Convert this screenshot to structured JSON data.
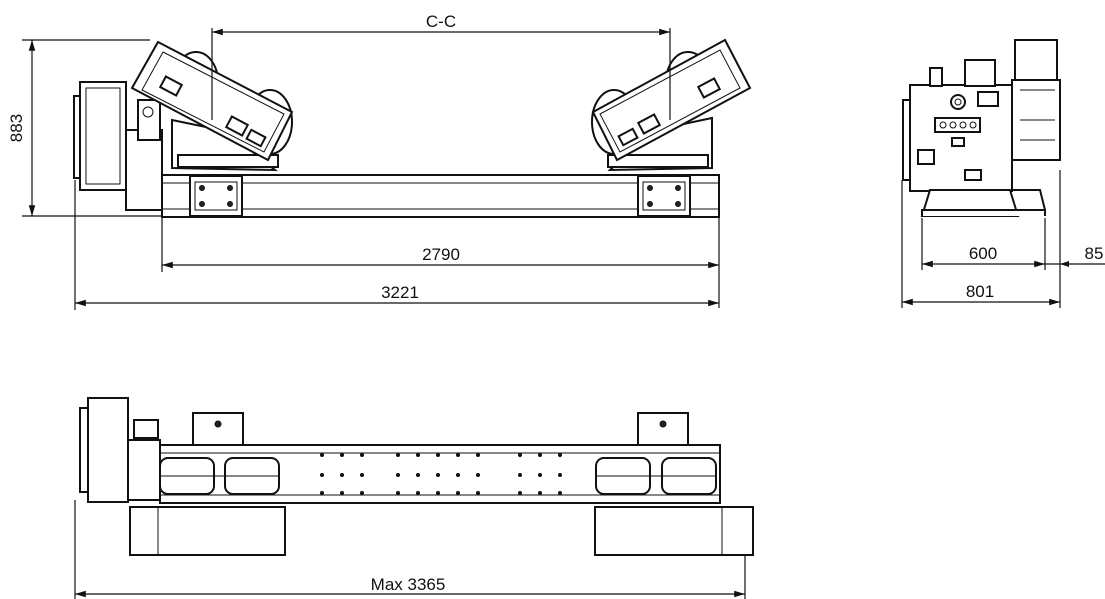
{
  "drawing": {
    "labels": {
      "center_distance": "C-C",
      "height": "883",
      "rail_length": "2790",
      "overall_length": "3221",
      "roller_width": "600",
      "side_offset": "85",
      "overall_width": "801",
      "max_length": "Max 3365"
    }
  }
}
